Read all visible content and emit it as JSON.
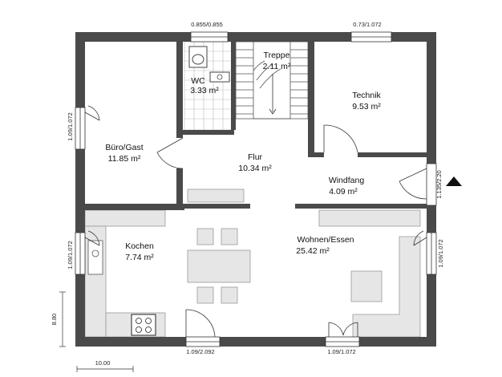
{
  "rooms": {
    "buero": {
      "name": "Büro/Gast",
      "area": "11.85 m²"
    },
    "wc": {
      "name": "WC",
      "area": "3.33 m²"
    },
    "treppe": {
      "name": "Treppe",
      "area": "2.11 m²"
    },
    "technik": {
      "name": "Technik",
      "area": "9.53 m²"
    },
    "flur": {
      "name": "Flur",
      "area": "10.34 m²"
    },
    "windfang": {
      "name": "Windfang",
      "area": "4.09 m²"
    },
    "kochen": {
      "name": "Kochen",
      "area": "7.74 m²"
    },
    "wohnen": {
      "name": "Wohnen/Essen",
      "area": "25.42 m²"
    }
  },
  "window_labels": {
    "top_left": "0.855/0.855",
    "top_right": "0.73/1.072",
    "left_upper": "1.09/1.072",
    "left_lower": "1.09/1.072",
    "right_entry": "1.135/2.20",
    "right_lower": "1.09/1.072",
    "bottom_left": "1.09/2.092",
    "bottom_right": "1.09/1.072"
  },
  "dimensions": {
    "width": "10.00",
    "depth": "8.80"
  }
}
